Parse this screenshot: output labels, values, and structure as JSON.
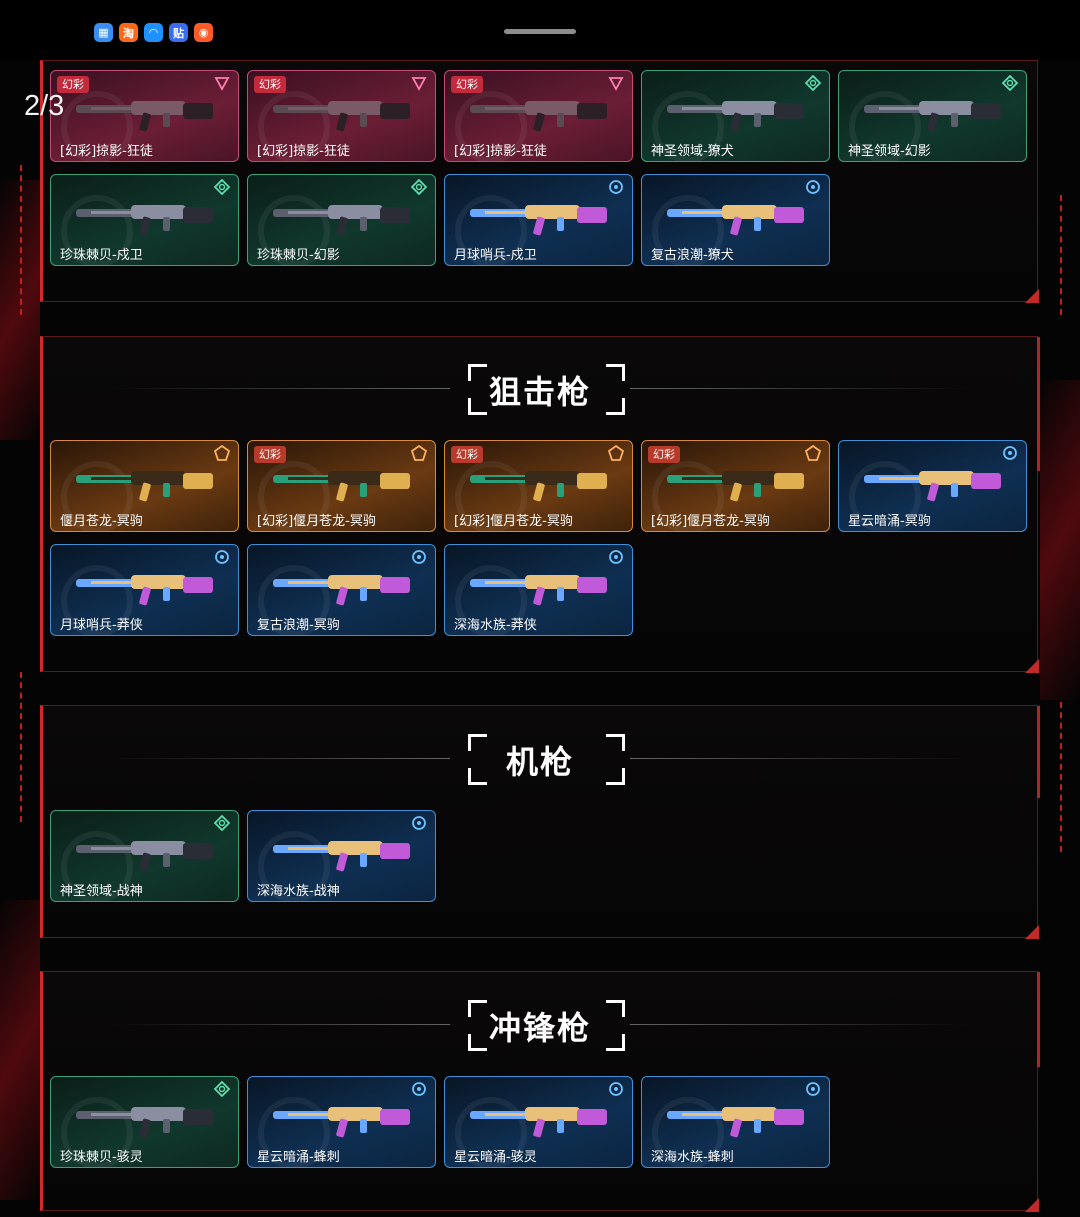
{
  "status_bar": {
    "app_icons": [
      {
        "name": "app-icon-1",
        "color": "#3b8ef0",
        "glyph": "▦"
      },
      {
        "name": "taobao-icon",
        "color": "#ff6a1a",
        "glyph": "淘"
      },
      {
        "name": "app-icon-3",
        "color": "#1e90ff",
        "glyph": "◠"
      },
      {
        "name": "tieba-icon",
        "color": "#3a6df0",
        "glyph": "贴"
      },
      {
        "name": "app-icon-5",
        "color": "#ff5b2a",
        "glyph": "◉"
      }
    ]
  },
  "page_indicator": "2/3",
  "sections": [
    {
      "title": "",
      "cards": [
        {
          "name": "[幻彩]掠影-狂徒",
          "tag": "幻彩",
          "rarity": "pink"
        },
        {
          "name": "[幻彩]掠影-狂徒",
          "tag": "幻彩",
          "rarity": "pink"
        },
        {
          "name": "[幻彩]掠影-狂徒",
          "tag": "幻彩",
          "rarity": "pink"
        },
        {
          "name": "神圣领域-獠犬",
          "tag": "",
          "rarity": "green"
        },
        {
          "name": "神圣领域-幻影",
          "tag": "",
          "rarity": "green"
        },
        {
          "name": "珍珠棘贝-戍卫",
          "tag": "",
          "rarity": "green"
        },
        {
          "name": "珍珠棘贝-幻影",
          "tag": "",
          "rarity": "green"
        },
        {
          "name": "月球哨兵-戍卫",
          "tag": "",
          "rarity": "blue"
        },
        {
          "name": "复古浪潮-獠犬",
          "tag": "",
          "rarity": "blue"
        }
      ]
    },
    {
      "title": "狙击枪",
      "cards": [
        {
          "name": "偃月苍龙-冥驹",
          "tag": "",
          "rarity": "orange"
        },
        {
          "name": "[幻彩]偃月苍龙-冥驹",
          "tag": "幻彩",
          "rarity": "orange"
        },
        {
          "name": "[幻彩]偃月苍龙-冥驹",
          "tag": "幻彩",
          "rarity": "orange"
        },
        {
          "name": "[幻彩]偃月苍龙-冥驹",
          "tag": "幻彩",
          "rarity": "orange"
        },
        {
          "name": "星云暗涌-冥驹",
          "tag": "",
          "rarity": "blue"
        },
        {
          "name": "月球哨兵-莽侠",
          "tag": "",
          "rarity": "blue"
        },
        {
          "name": "复古浪潮-冥驹",
          "tag": "",
          "rarity": "blue"
        },
        {
          "name": "深海水族-莽侠",
          "tag": "",
          "rarity": "blue"
        }
      ]
    },
    {
      "title": "机枪",
      "cards": [
        {
          "name": "神圣领域-战神",
          "tag": "",
          "rarity": "green"
        },
        {
          "name": "深海水族-战神",
          "tag": "",
          "rarity": "blue"
        }
      ]
    },
    {
      "title": "冲锋枪",
      "cards": [
        {
          "name": "珍珠棘贝-骇灵",
          "tag": "",
          "rarity": "green"
        },
        {
          "name": "星云暗涌-蜂刺",
          "tag": "",
          "rarity": "blue"
        },
        {
          "name": "星云暗涌-骇灵",
          "tag": "",
          "rarity": "blue"
        },
        {
          "name": "深海水族-蜂刺",
          "tag": "",
          "rarity": "blue"
        }
      ]
    }
  ]
}
